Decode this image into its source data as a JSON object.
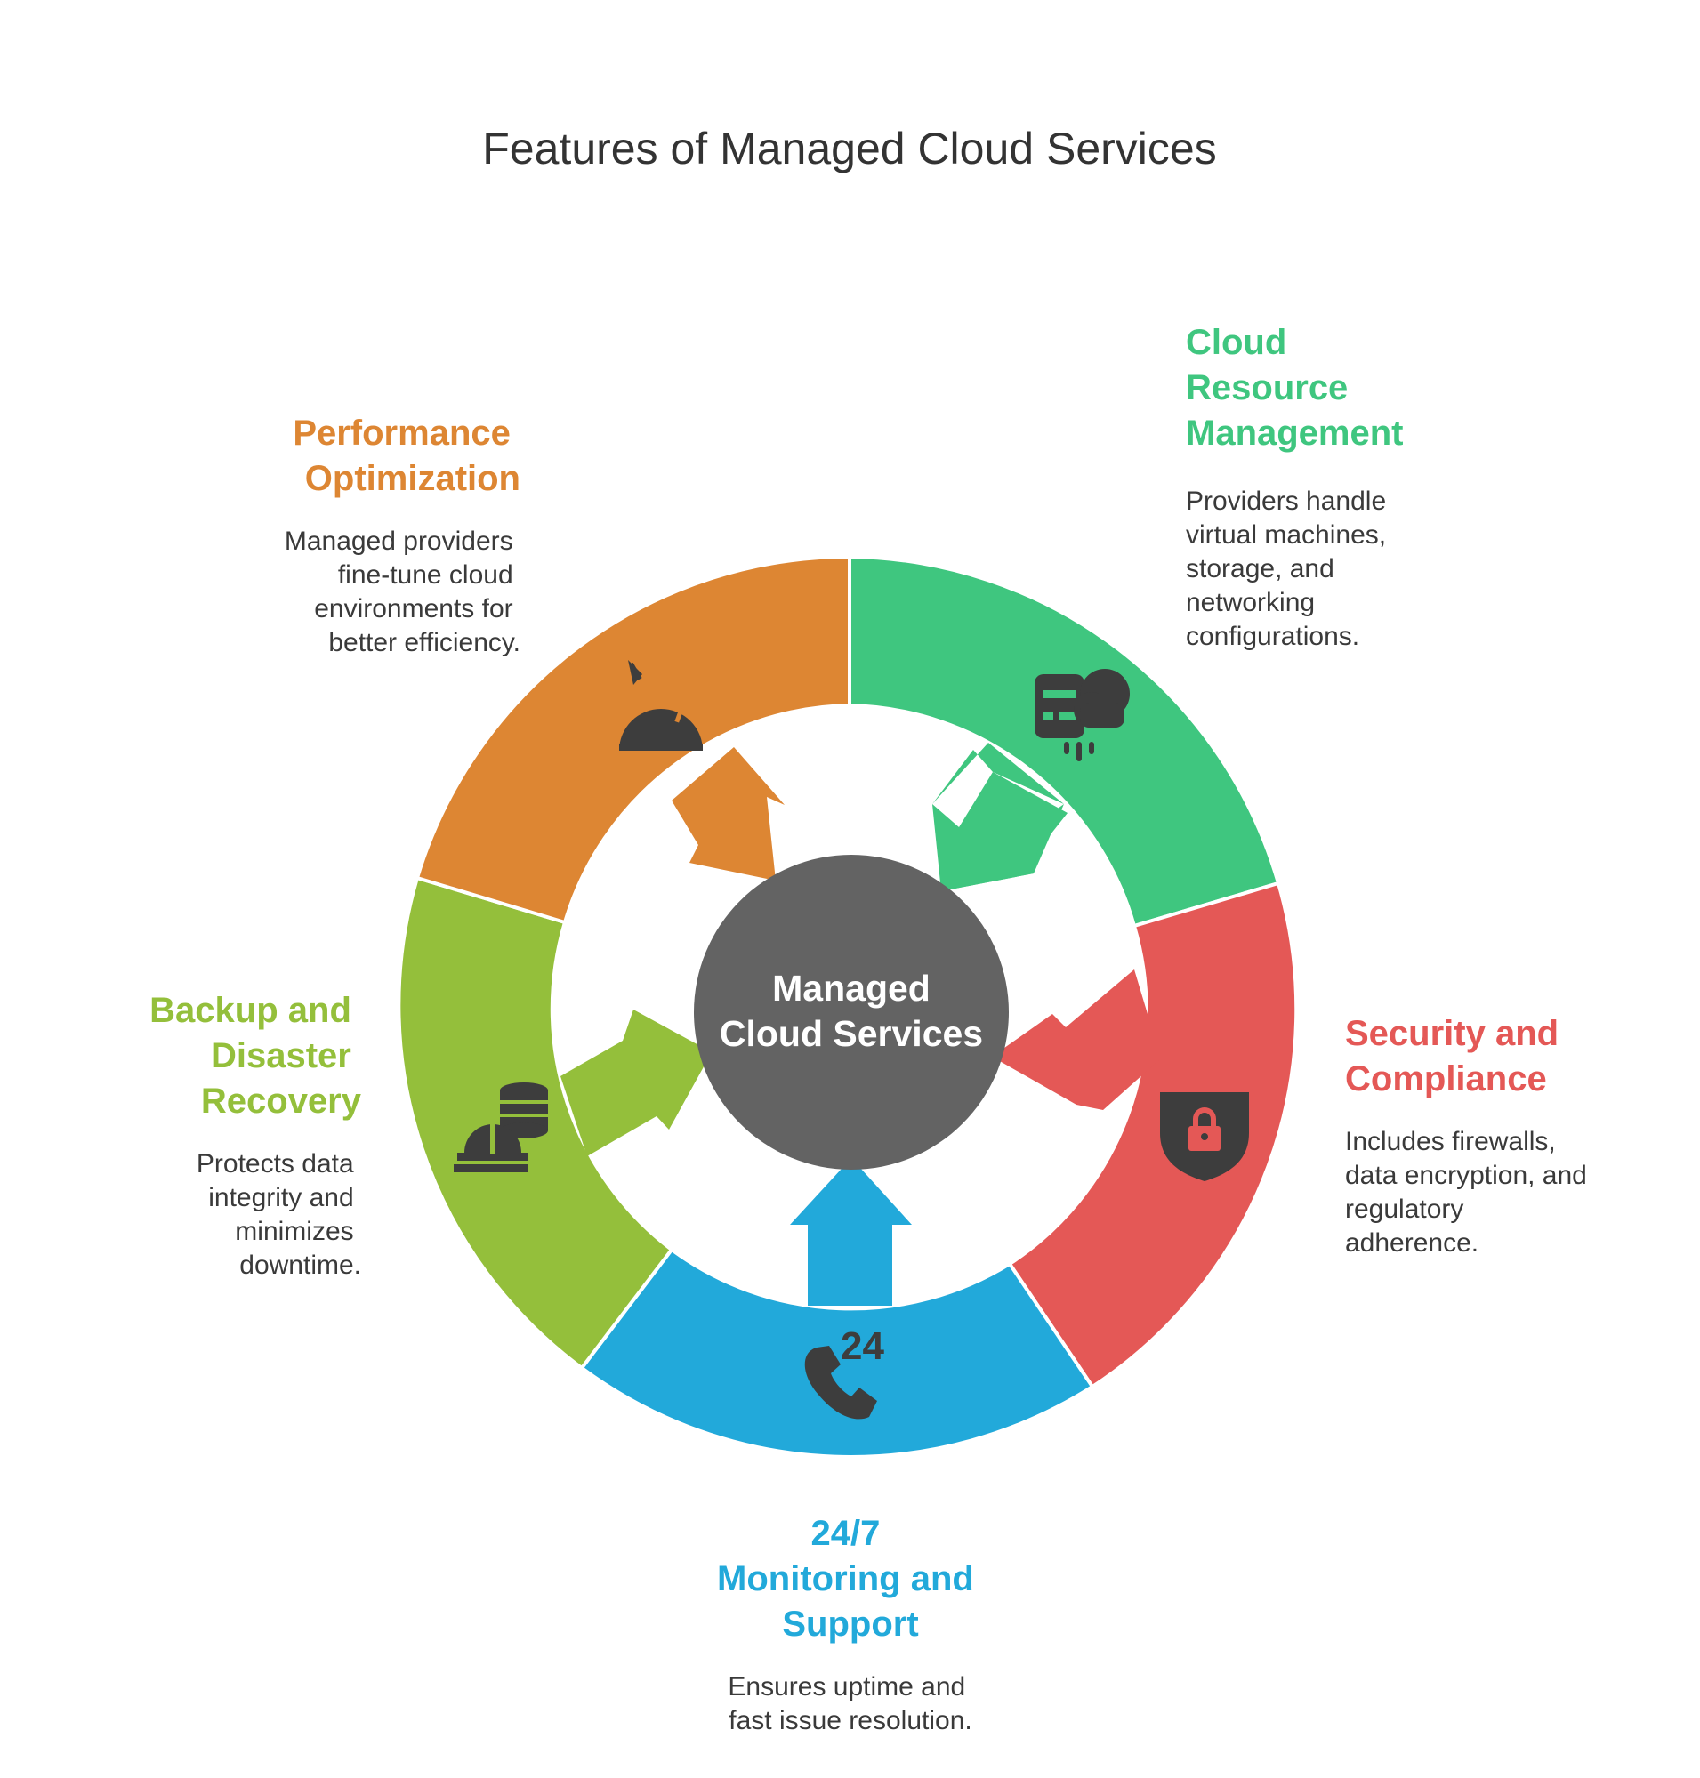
{
  "title": "Features of Managed Cloud Services",
  "center": {
    "line1": "Managed",
    "line2": "Cloud Services",
    "color": "#636363"
  },
  "features": [
    {
      "key": "cloud-resource-management",
      "heading": [
        "Cloud",
        "Resource",
        "Management"
      ],
      "description": [
        "Providers handle",
        "virtual machines,",
        "storage, and",
        "networking",
        "configurations."
      ],
      "color": "#3fc67f",
      "icon": "server-cloud-icon"
    },
    {
      "key": "security-and-compliance",
      "heading": [
        "Security and",
        "Compliance"
      ],
      "description": [
        "Includes firewalls,",
        "data encryption, and",
        "regulatory",
        "adherence."
      ],
      "color": "#e45856",
      "icon": "shield-lock-icon"
    },
    {
      "key": "monitoring-and-support",
      "heading": [
        "24/7",
        "Monitoring and",
        "Support"
      ],
      "description": [
        "Ensures uptime and",
        "fast issue resolution."
      ],
      "color": "#22a9da",
      "icon": "phone-24-icon",
      "icon_text": "24"
    },
    {
      "key": "backup-and-disaster-recovery",
      "heading": [
        "Backup and",
        "Disaster",
        "Recovery"
      ],
      "description": [
        "Protects data",
        "integrity and",
        "minimizes",
        "downtime."
      ],
      "color": "#94bf3b",
      "icon": "hardhat-database-icon"
    },
    {
      "key": "performance-optimization",
      "heading": [
        "Performance",
        "Optimization"
      ],
      "description": [
        "Managed providers",
        "fine-tune cloud",
        "environments for",
        "better efficiency."
      ],
      "color": "#dd8633",
      "icon": "gauge-icon"
    }
  ],
  "icon_color": "#3d3d3d"
}
